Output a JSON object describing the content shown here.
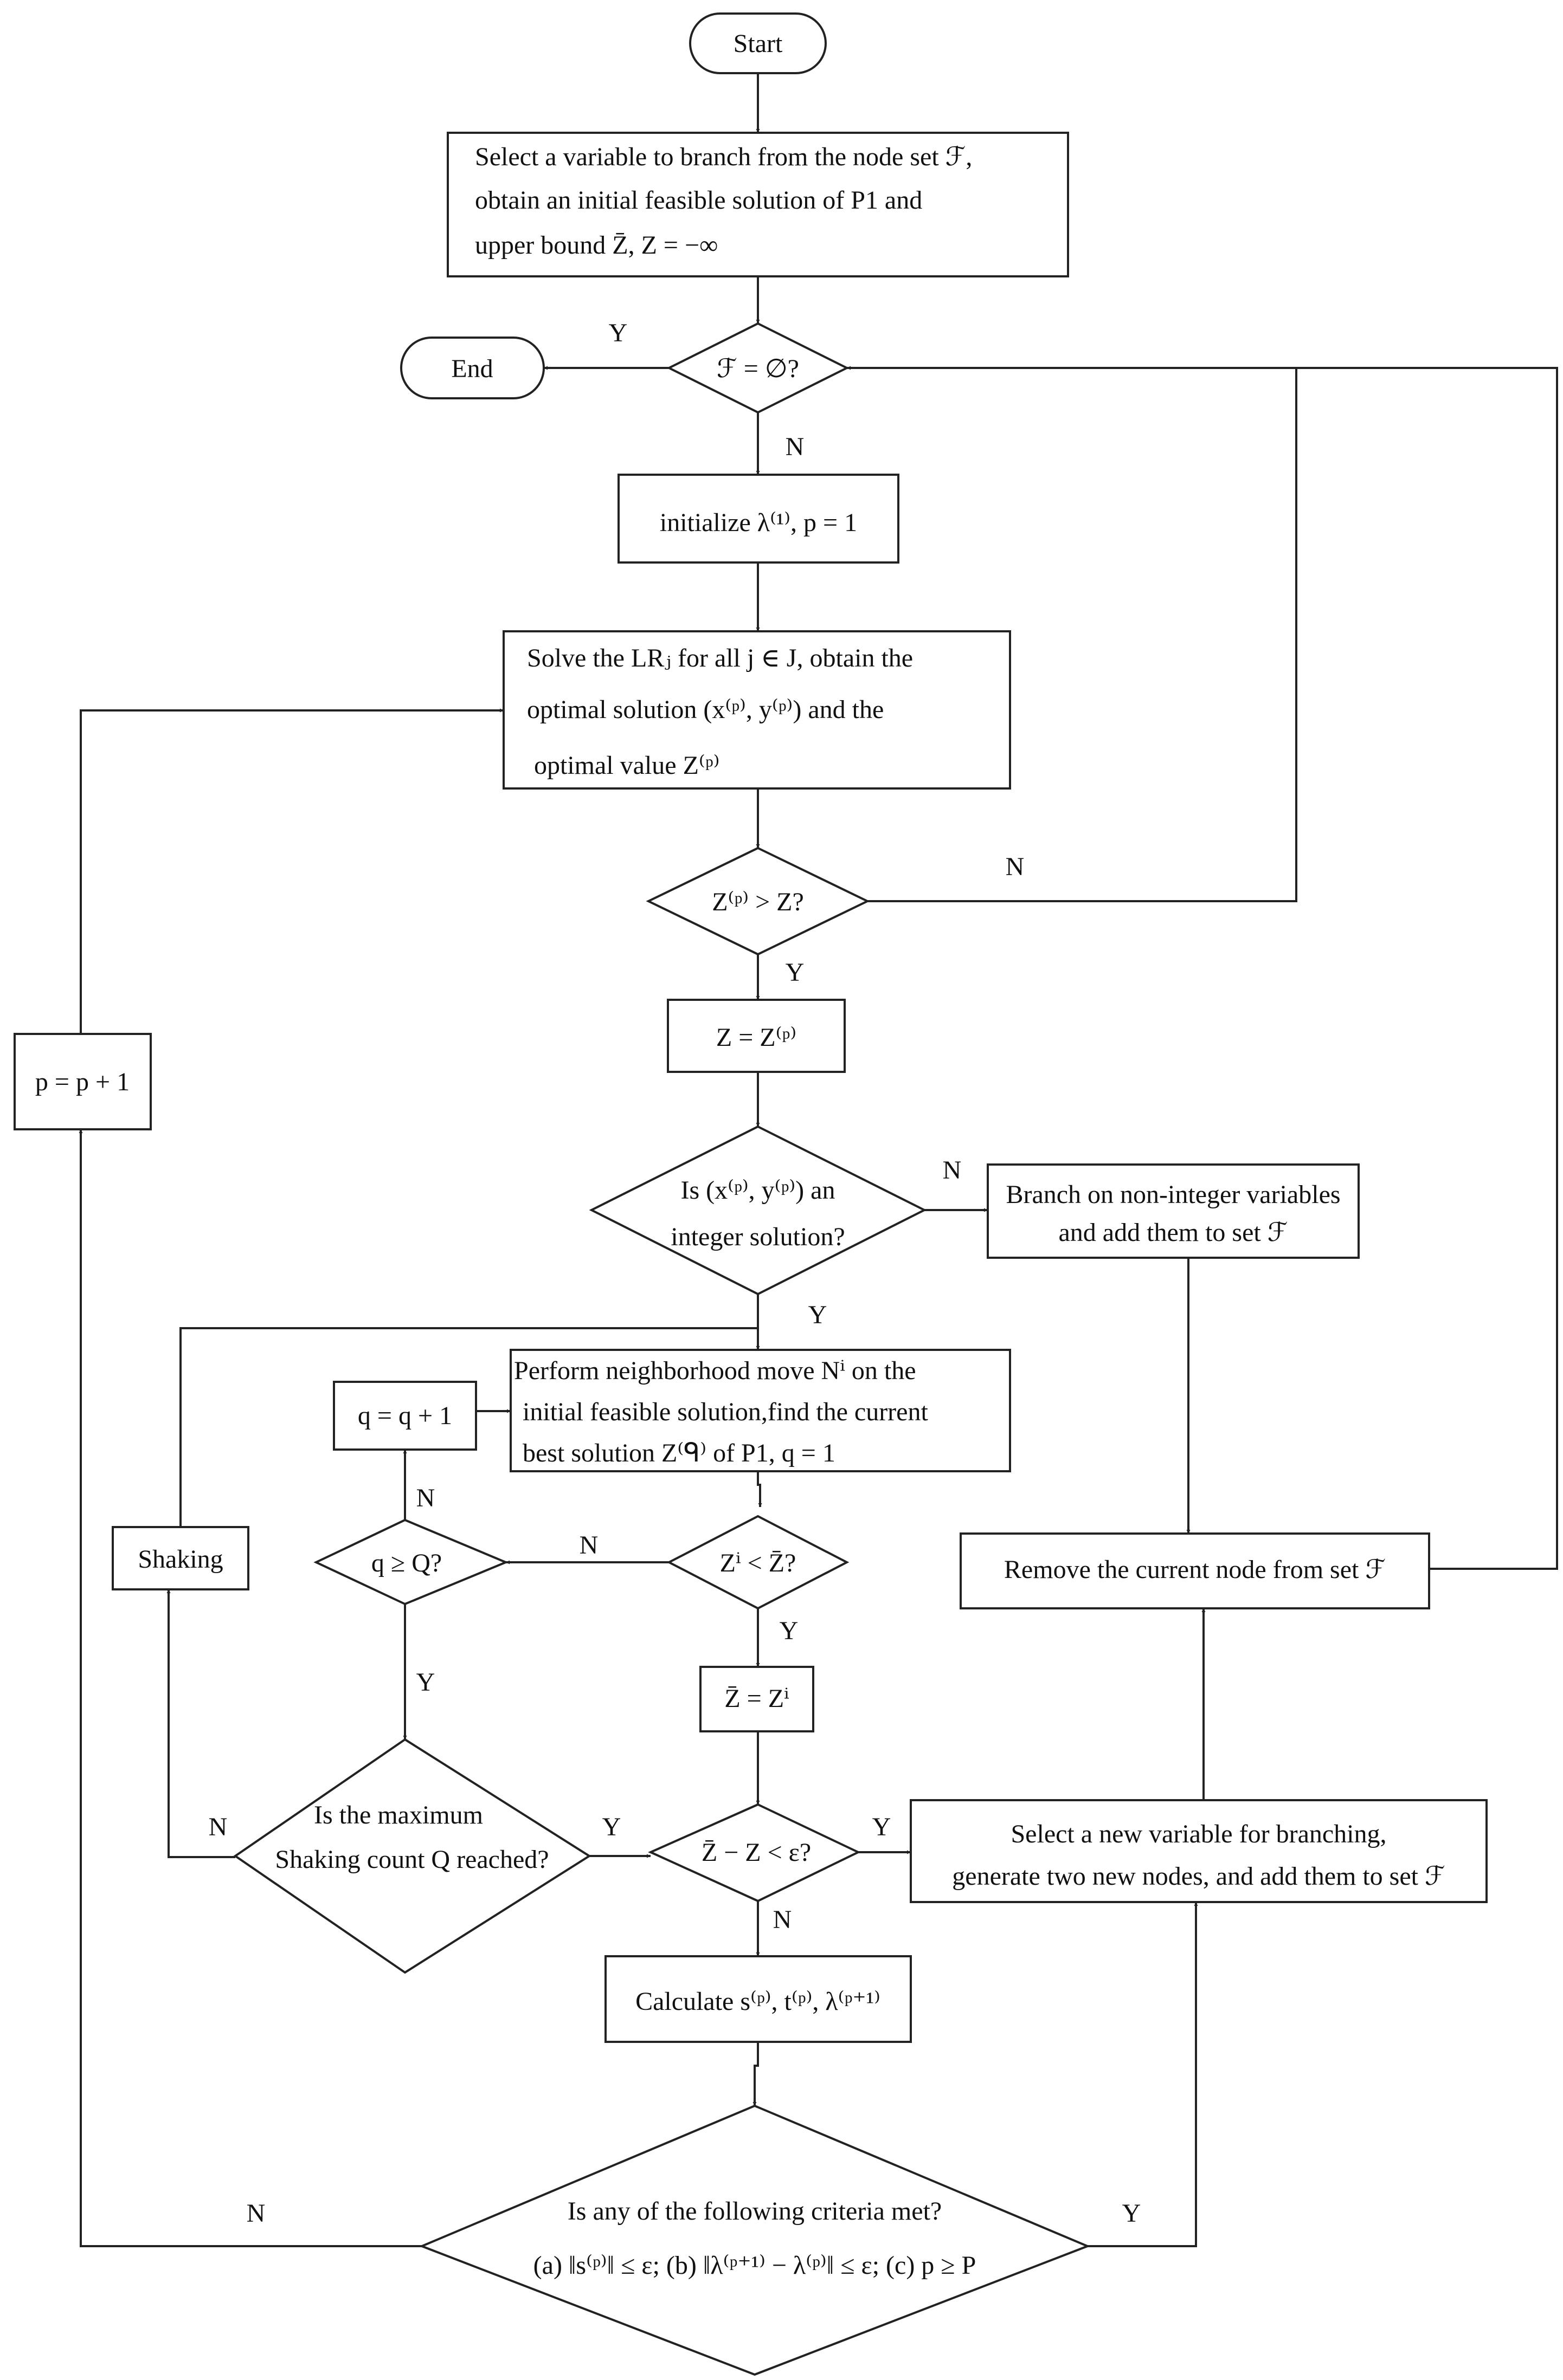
{
  "nodes": {
    "start": "Start",
    "init": [
      "Select a variable to branch from the node set ℱ,",
      "obtain an initial feasible solution of P1 and",
      "upper bound Z̄, Z = −∞"
    ],
    "check_empty": "ℱ = ∅?",
    "end": "End",
    "init_lambda": "initialize λ⁽¹⁾, p = 1",
    "solve_lr": [
      "Solve the LRⱼ for all j ∈ J, obtain the",
      "optimal solution (x⁽ᵖ⁾, y⁽ᵖ⁾) and the",
      "optimal value Z⁽ᵖ⁾"
    ],
    "compare_lower": "Z⁽ᵖ⁾ > Z?",
    "update_lower": "Z = Z⁽ᵖ⁾",
    "increment_p": "p = p + 1",
    "integer_check": [
      "Is (x⁽ᵖ⁾, y⁽ᵖ⁾) an",
      "integer solution?"
    ],
    "branch_noninteger": [
      "Branch on non-integer variables",
      "and add them to set ℱ"
    ],
    "neighborhood": [
      "Perform neighborhood move Nⁱ on the",
      "initial feasible solution,find the current",
      "best solution Z⁽ᑫ⁾ of P1, q = 1"
    ],
    "increment_q": "q = q + 1",
    "compare_upper": "Zⁱ < Z̄?",
    "check_q": "q ≥ Q?",
    "shaking": "Shaking",
    "update_upper": "Z̄ = Zⁱ",
    "remove_node": "Remove the current node from set ℱ",
    "max_shaking": [
      "Is the maximum",
      "Shaking count Q reached?"
    ],
    "gap_check": "Z̄ − Z < ε?",
    "new_branch": [
      "Select a new variable for branching,",
      "generate two new nodes, and add them to set ℱ"
    ],
    "calculate": "Calculate s⁽ᵖ⁾, t⁽ᵖ⁾, λ⁽ᵖ⁺¹⁾",
    "criteria": [
      "Is any of the following criteria met?",
      "(a) ‖s⁽ᵖ⁾‖ ≤ ε; (b) ‖λ⁽ᵖ⁺¹⁾ − λ⁽ᵖ⁾‖ ≤ ε; (c) p ≥ P"
    ]
  },
  "edge_labels": {
    "empty_yes": "Y",
    "empty_no": "N",
    "lower_no": "N",
    "lower_yes": "Y",
    "integer_no": "N",
    "integer_yes": "Y",
    "upper_no": "N",
    "q_no": "N",
    "upper_yes": "Y",
    "q_yes": "Y",
    "max_no": "N",
    "max_yes": "Y",
    "gap_yes": "Y",
    "gap_no": "N",
    "criteria_no": "N",
    "criteria_yes": "Y"
  }
}
